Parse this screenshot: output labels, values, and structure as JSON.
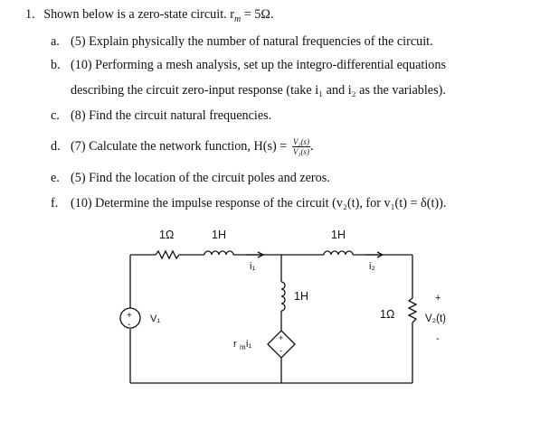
{
  "problem": {
    "number": "1.",
    "intro": "Shown below is a zero-state circuit. r",
    "intro_sub": "m",
    "intro_tail": " = 5Ω.",
    "items": [
      {
        "label": "a.",
        "text": "(5) Explain physically the number of natural frequencies of the circuit."
      },
      {
        "label": "b.",
        "text": "(10) Performing a mesh analysis, set up the integro-differential equations"
      },
      {
        "label": "",
        "text": "describing the circuit zero-input response (take i₁ and i₂ as the variables)."
      },
      {
        "label": "c.",
        "text": "(8) Find the circuit natural frequencies."
      },
      {
        "label": "d.",
        "text": "(7) Calculate the network function, H(s) ="
      },
      {
        "label": "e.",
        "text": "(5) Find the location of the circuit poles and zeros."
      },
      {
        "label": "f.",
        "text": "(10) Determine the impulse response of the circuit (v₂(t), for v₁(t) = δ(t))."
      }
    ],
    "frac_num": "V₂(s)",
    "frac_den": "V₁(s)"
  },
  "circuit": {
    "r1_label": "1Ω",
    "l1_label": "1H",
    "l3_label": "1H",
    "l2_label": "1H",
    "r2_label": "1Ω",
    "i1_label": "i₁",
    "i2_label": "i₂",
    "v1_label": "V₁",
    "v2_label": "V₂(t)",
    "v2_plus": "+",
    "v2_minus": "-",
    "dep_label_r": "r",
    "dep_label_sub": "m",
    "dep_label_i": "i₁",
    "src_plus": "+",
    "src_minus": "-",
    "dep_plus": "+",
    "dep_minus": "-"
  }
}
